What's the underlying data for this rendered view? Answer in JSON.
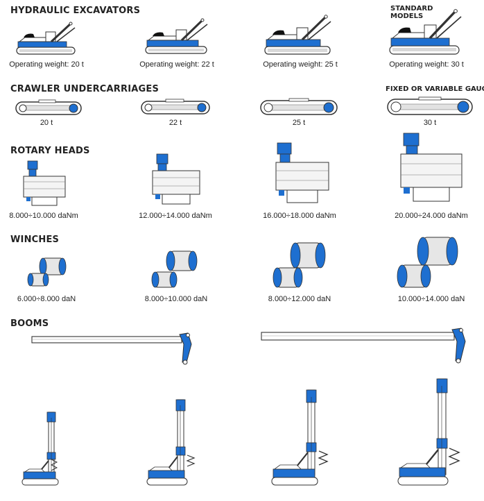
{
  "excavators": {
    "heading": "HYDRAULIC EXCAVATORS",
    "note_line1": "STANDARD",
    "note_line2": "MODELS",
    "captions": [
      "Operating weight: 20 t",
      "Operating weight: 22 t",
      "Operating weight: 25 t",
      "Operating weight: 30 t"
    ]
  },
  "undercarriages": {
    "heading": "CRAWLER UNDERCARRIAGES",
    "note": "FIXED OR VARIABLE GAUGE",
    "captions": [
      "20 t",
      "22 t",
      "25 t",
      "30 t"
    ]
  },
  "rotary_heads": {
    "heading": "ROTARY HEADS",
    "captions": [
      "8.000÷10.000 daNm",
      "12.000÷14.000 daNm",
      "16.000÷18.000 daNm",
      "20.000÷24.000 daNm"
    ]
  },
  "winches": {
    "heading": "WINCHES",
    "captions": [
      "6.000÷8.000 daN",
      "8.000÷10.000 daN",
      "8.000÷12.000 daN",
      "10.000÷14.000 daN"
    ]
  },
  "booms": {
    "heading": "BOOMS"
  },
  "colors": {
    "accent": "#1e6fd0",
    "line": "#333333",
    "grey": "#cfcfcf"
  }
}
